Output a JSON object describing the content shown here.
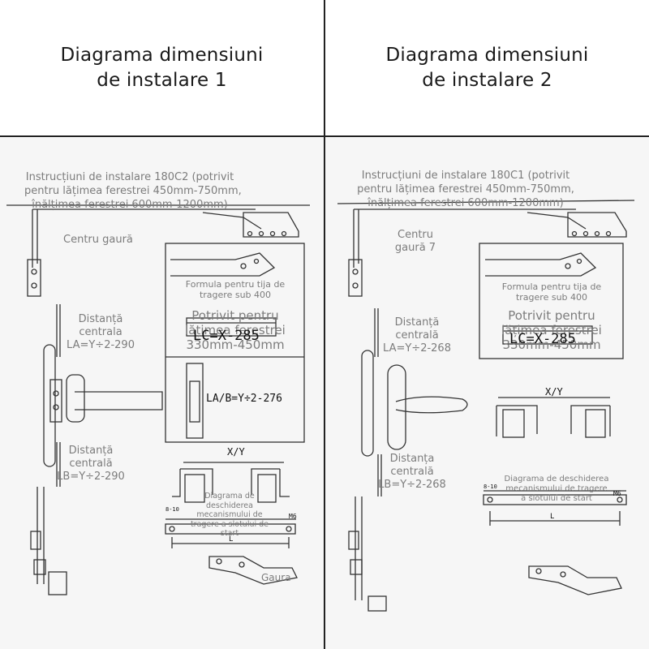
{
  "panels": [
    {
      "title_l1": "Diagrama dimensiuni",
      "title_l2": "de instalare 1",
      "instr_l1": "Instrucțiuni de instalare 180C2 (potrivit",
      "instr_l2": "pentru lățimea ferestrei 450mm-750mm,",
      "instr_l3": "înălțimea ferestrei 600mm-1200mm)",
      "center_hole": "Centru gaură",
      "formula_l1": "Formula pentru tija de",
      "formula_l2": "tragere sub 400",
      "fit_l1": "Potrivit pentru",
      "fit_l2": "lățimea ferestrei",
      "fit_l3": "330mm-450mm",
      "lc_code": "LC=X-285",
      "dist_a_l1": "Distanță",
      "dist_a_l2": "centrala",
      "dist_a_l3": "LA=Y÷2-290",
      "lab_formula": "LA/B=Y÷2-276",
      "dist_b_l1": "Distanță",
      "dist_b_l2": "centrală",
      "dist_b_l3": "LB=Y÷2-290",
      "xy": "X/Y",
      "open_l1": "Diagrama de",
      "open_l2": "deschiderea",
      "open_l3": "mecanismului de",
      "open_l4": "tragere a slotului de",
      "open_l5": "start",
      "dim_small": "8-10",
      "dim_m": "M6",
      "dim_L": "L",
      "hole": "Gaura"
    },
    {
      "title_l1": "Diagrama dimensiuni",
      "title_l2": "de instalare 2",
      "instr_l1": "Instrucțiuni de instalare 180C1 (potrivit",
      "instr_l2": "pentru lățimea ferestrei 450mm-750mm,",
      "instr_l3": "înălțimea ferestrei 600mm-1200mm)",
      "center_l1": "Centru",
      "center_l2": "gaură 7",
      "formula_l1": "Formula pentru tija de",
      "formula_l2": "tragere sub 400",
      "fit_l1": "Potrivit pentru",
      "fit_l2": "lățimea ferestrei",
      "fit_l3": "330mm-450mm",
      "lc_code": "LC=X-285",
      "dist_a_l1": "Distanță",
      "dist_a_l2": "centrală",
      "dist_a_l3": "LA=Y÷2-268",
      "xy": "X/Y",
      "dist_b_l1": "Distanța",
      "dist_b_l2": "centrală",
      "dist_b_l3": "LB=Y÷2-268",
      "open_l1": "Diagrama de deschiderea",
      "open_l2": "mecanismului de tragere",
      "open_l3": "a slotului de start",
      "dim_small": "8-10",
      "dim_m": "M6",
      "dim_L": "L"
    }
  ]
}
